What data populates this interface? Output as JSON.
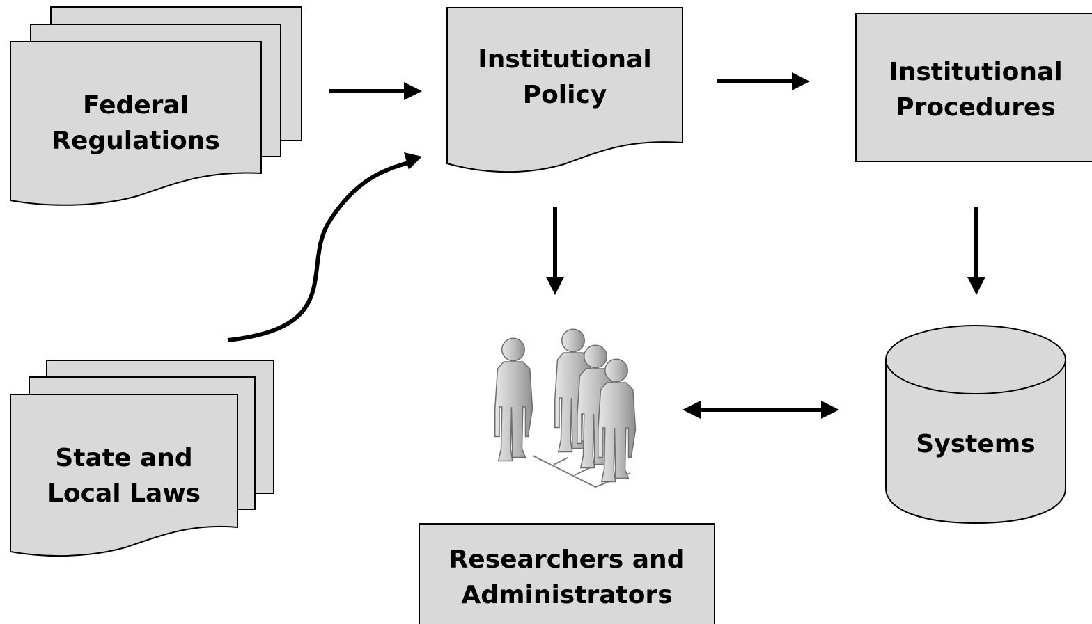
{
  "nodes": {
    "federal_regulations": {
      "line1": "Federal",
      "line2": "Regulations"
    },
    "state_local_laws": {
      "line1": "State and",
      "line2": "Local Laws"
    },
    "institutional_policy": {
      "line1": "Institutional",
      "line2": "Policy"
    },
    "institutional_procedures": {
      "line1": "Institutional",
      "line2": "Procedures"
    },
    "researchers_administrators": {
      "line1": "Researchers and",
      "line2": "Administrators"
    },
    "systems": {
      "label": "Systems"
    }
  },
  "colors": {
    "shape_fill": "#d9d9d9",
    "outline": "#000000",
    "people": "#b8b8b8"
  },
  "icons": {
    "people_group": "people-group-icon",
    "database": "database-cylinder-icon"
  }
}
